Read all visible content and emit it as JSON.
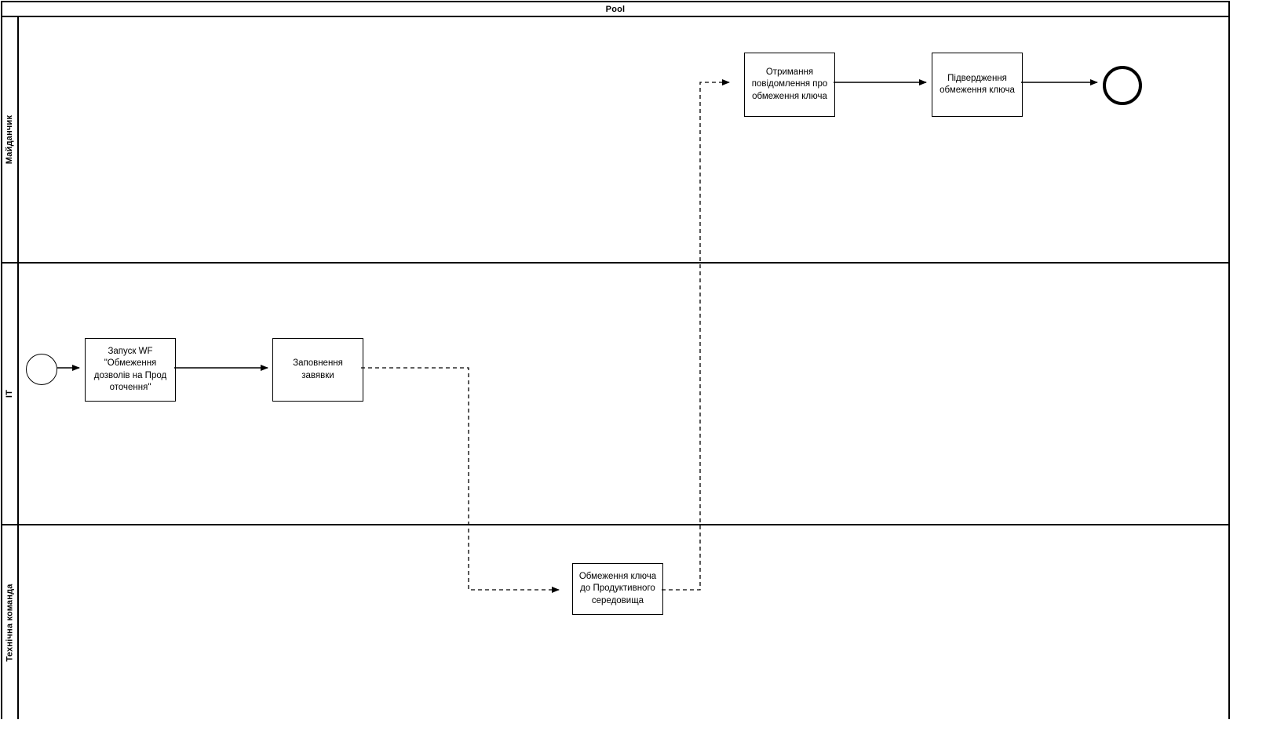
{
  "pool": {
    "title": "Pool"
  },
  "lanes": [
    {
      "id": "lane-maidanchyk",
      "label": "Майданчик"
    },
    {
      "id": "lane-it",
      "label": "ІТ"
    },
    {
      "id": "lane-tech-team",
      "label": "Технічна команда"
    }
  ],
  "nodes": {
    "start_event": {
      "type": "start-event",
      "label": "",
      "lane": "ІТ"
    },
    "task_launch_wf": {
      "type": "task",
      "label": "Запуск WF\n\"Обмеження\nдозволів на Прод\nоточення\"",
      "lane": "ІТ"
    },
    "task_fill_request": {
      "type": "task",
      "label": "Заповнення завявки",
      "lane": "ІТ"
    },
    "task_restrict_key": {
      "type": "task",
      "label": "Обмеження ключа\nдо Продуктивного\nсередовища",
      "lane": "Технічна команда"
    },
    "task_receive_notification": {
      "type": "task",
      "label": "Отримання\nповідомлення про\nобмеження ключа",
      "lane": "Майданчик"
    },
    "task_confirm_restriction": {
      "type": "task",
      "label": "Підвердження\nобмеження ключа",
      "lane": "Майданчик"
    },
    "end_event": {
      "type": "end-event",
      "label": "",
      "lane": "Майданчик"
    }
  },
  "flows": [
    {
      "id": "flow-start-to-launch",
      "kind": "sequence",
      "label": ""
    },
    {
      "id": "flow-launch-to-fill",
      "kind": "sequence",
      "label": ""
    },
    {
      "id": "flow-fill-to-restrict",
      "kind": "message",
      "label": ""
    },
    {
      "id": "flow-restrict-to-receive",
      "kind": "message",
      "label": ""
    },
    {
      "id": "flow-receive-to-confirm",
      "kind": "sequence",
      "label": ""
    },
    {
      "id": "flow-confirm-to-end",
      "kind": "sequence",
      "label": ""
    }
  ],
  "colors": {
    "stroke": "#000000",
    "fill": "#ffffff",
    "text": "#000000"
  }
}
